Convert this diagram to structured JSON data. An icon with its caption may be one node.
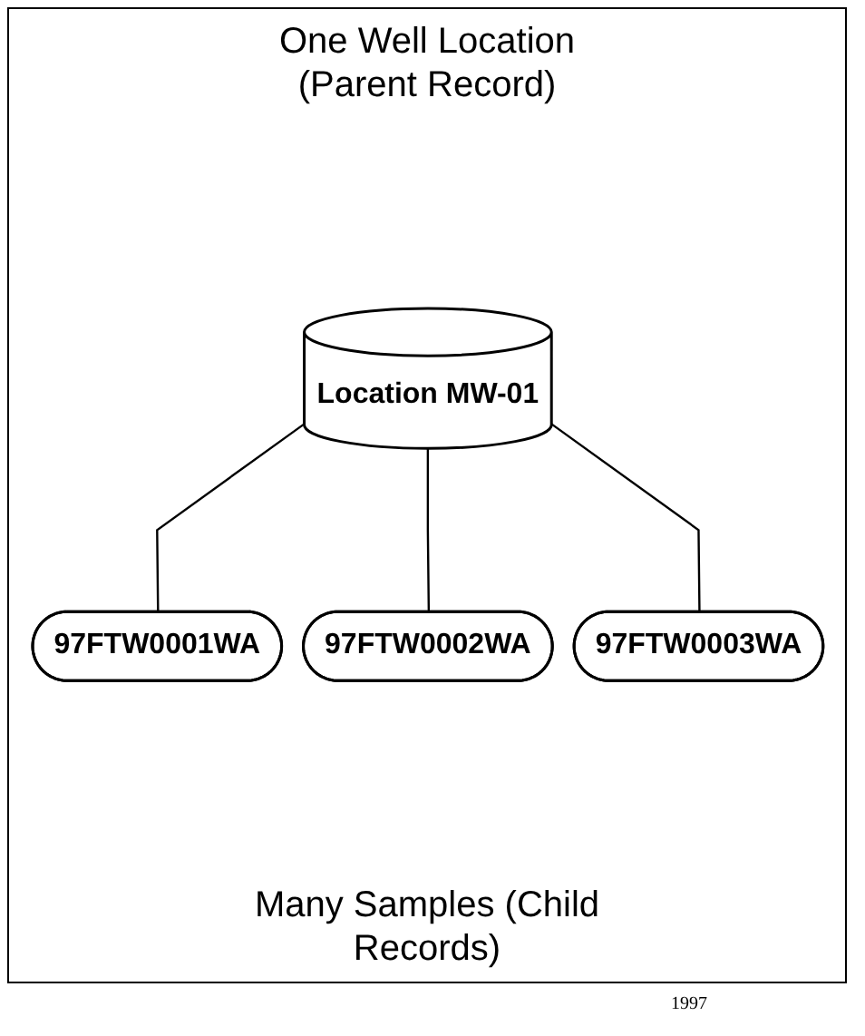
{
  "diagram": {
    "title": "One Well Location (Parent Record)",
    "caption": "Many Samples (Child Records)",
    "nodes": [
      {
        "text": [
          "Location MW-01"
        ]
      },
      {
        "text": [
          "97FTW0001WA"
        ]
      },
      {
        "text": [
          "97FTW0002WA"
        ]
      },
      {
        "text": [
          "97FTW0003WA"
        ]
      }
    ],
    "edges": [
      {
        "from": 0,
        "to": 1,
        "arrow": "none"
      },
      {
        "from": 0,
        "to": 2,
        "arrow": "none"
      },
      {
        "from": 0,
        "to": 3,
        "arrow": "none"
      }
    ],
    "labels": [
      "1997"
    ]
  }
}
